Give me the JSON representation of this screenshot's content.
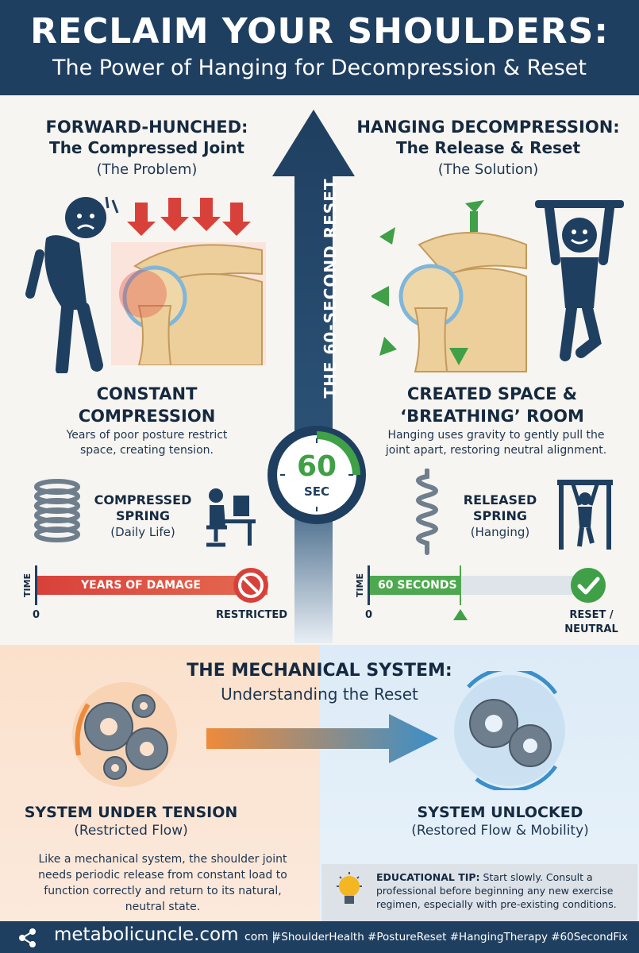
{
  "header": {
    "title": "RECLAIM YOUR SHOULDERS:",
    "subtitle": "The Power of Hanging for Decompression & Reset"
  },
  "left": {
    "title_line1": "FORWARD-HUNCHED:",
    "title_line2": "The Compressed Joint",
    "subtitle": "(The Problem)",
    "section_heading_line1": "CONSTANT",
    "section_heading_line2": "COMPRESSION",
    "description_line1": "Years of poor posture restrict",
    "description_line2": "space, creating tension.",
    "spring_label_line1": "COMPRESSED",
    "spring_label_line2": "SPRING",
    "spring_sub": "(Daily Life)",
    "timeline": {
      "axis_label": "TIME",
      "bar_text": "YEARS OF DAMAGE",
      "start": "0",
      "end": "RESTRICTED"
    }
  },
  "center": {
    "arrow_text": "THE 60-SECOND RESET",
    "timer_value": "60",
    "timer_unit": "SEC"
  },
  "right": {
    "title_line1": "HANGING DECOMPRESSION:",
    "title_line2": "The Release & Reset",
    "subtitle": "(The Solution)",
    "section_heading_line1": "CREATED SPACE &",
    "section_heading_line2": "‘BREATHING’ ROOM",
    "description_line1": "Hanging uses gravity to gently pull the",
    "description_line2": "joint apart, restoring neutral alignment.",
    "spring_label_line1": "RELEASED",
    "spring_label_line2": "SPRING",
    "spring_sub": "(Hanging)",
    "timeline": {
      "axis_label": "TIME",
      "bar_text": "60 SECONDS",
      "start": "0",
      "end_line1": "RESET /",
      "end_line2": "NEUTRAL"
    }
  },
  "mechanical": {
    "title": "THE MECHANICAL SYSTEM:",
    "subtitle": "Understanding the Reset",
    "left_heading": "SYSTEM UNDER TENSION",
    "left_sub": "(Restricted Flow)",
    "right_heading": "SYSTEM UNLOCKED",
    "right_sub": "(Restored Flow & Mobility)",
    "body_line1": "Like a mechanical system, the shoulder joint",
    "body_line2": "needs periodic release from constant load to",
    "body_line3": "function correctly and return to its natural,",
    "body_line4": "neutral state."
  },
  "tip": {
    "label": "EDUCATIONAL TIP:",
    "text_line1": " Start slowly. Consult a",
    "text_line2": "professional before beginning any new exercise",
    "text_line3": "regimen, especially with pre-existing conditions."
  },
  "footer": {
    "brand": "metabolicuncle.com",
    "hashtags_prefix": "com |",
    "hashtags": "#ShoulderHealth #PostureReset #HangingTherapy #60SecondFix"
  },
  "colors": {
    "navy": "#1f3f60",
    "red": "#d8413a",
    "green": "#3fa047",
    "orange": "#ef8a3a",
    "blue": "#3a8fc9"
  },
  "icons": [
    "sad-face-icon",
    "down-arrow-icon",
    "happy-face-icon",
    "expand-arrow-icon",
    "gear-icon",
    "lightbulb-icon",
    "share-icon",
    "no-entry-icon",
    "checkmark-icon",
    "stopwatch-icon",
    "spring-icon",
    "desk-worker-icon",
    "hanging-person-icon"
  ],
  "progress": {
    "timer_fraction": 0.25,
    "left_bar_fraction": 1.0,
    "right_bar_fraction": 0.42
  }
}
